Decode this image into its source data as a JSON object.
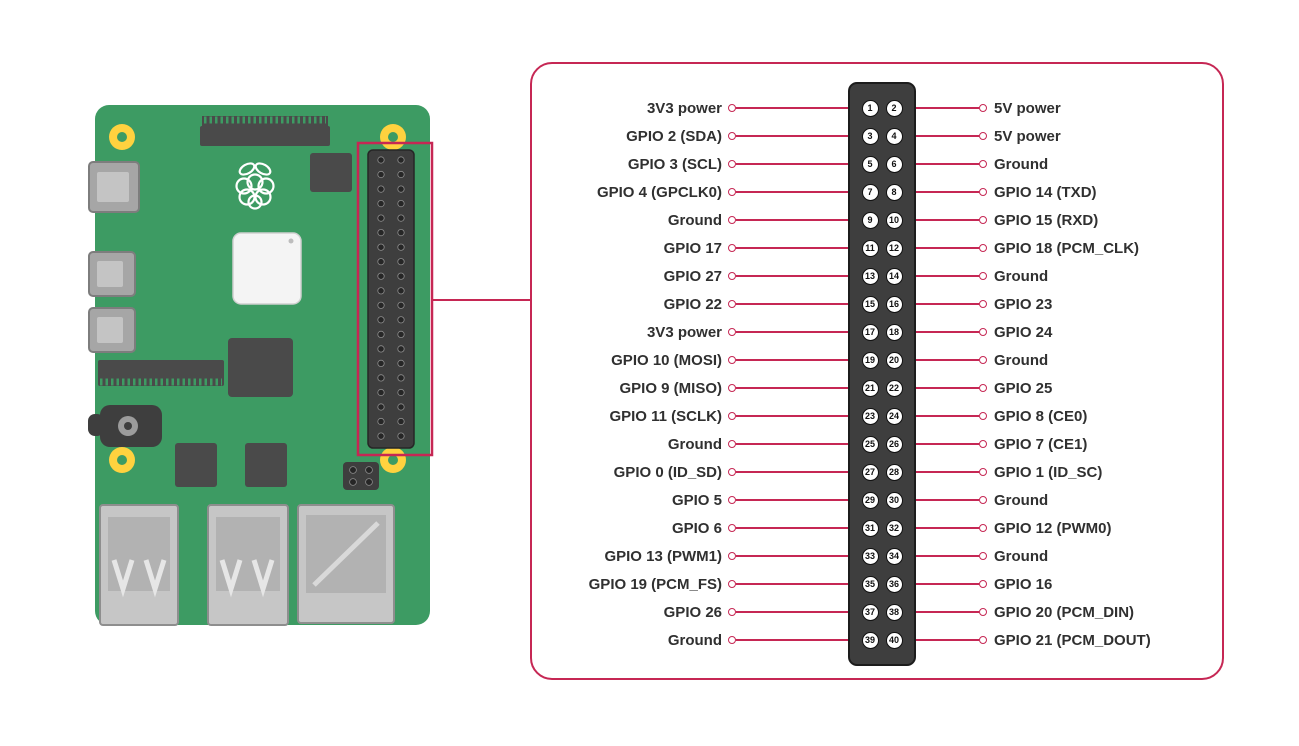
{
  "diagram_name": "Raspberry Pi GPIO pinout diagram",
  "colors": {
    "accent": "#c62754",
    "board-green": "#3d9b63",
    "component-dark": "#4a4a4a",
    "header-dark": "#3e3e3e",
    "hole-yellow": "#ffd23f",
    "label-ink": "#303030"
  },
  "pinout": {
    "rows": [
      {
        "left": {
          "pin": "1",
          "label": "3V3 power"
        },
        "right": {
          "pin": "2",
          "label": "5V power"
        }
      },
      {
        "left": {
          "pin": "3",
          "label": "GPIO 2 (SDA)"
        },
        "right": {
          "pin": "4",
          "label": "5V power"
        }
      },
      {
        "left": {
          "pin": "5",
          "label": "GPIO 3 (SCL)"
        },
        "right": {
          "pin": "6",
          "label": "Ground"
        }
      },
      {
        "left": {
          "pin": "7",
          "label": "GPIO 4 (GPCLK0)"
        },
        "right": {
          "pin": "8",
          "label": "GPIO 14 (TXD)"
        }
      },
      {
        "left": {
          "pin": "9",
          "label": "Ground"
        },
        "right": {
          "pin": "10",
          "label": "GPIO 15 (RXD)"
        }
      },
      {
        "left": {
          "pin": "11",
          "label": "GPIO 17"
        },
        "right": {
          "pin": "12",
          "label": "GPIO 18 (PCM_CLK)"
        }
      },
      {
        "left": {
          "pin": "13",
          "label": "GPIO 27"
        },
        "right": {
          "pin": "14",
          "label": "Ground"
        }
      },
      {
        "left": {
          "pin": "15",
          "label": "GPIO 22"
        },
        "right": {
          "pin": "16",
          "label": "GPIO 23"
        }
      },
      {
        "left": {
          "pin": "17",
          "label": "3V3 power"
        },
        "right": {
          "pin": "18",
          "label": "GPIO 24"
        }
      },
      {
        "left": {
          "pin": "19",
          "label": "GPIO 10 (MOSI)"
        },
        "right": {
          "pin": "20",
          "label": "Ground"
        }
      },
      {
        "left": {
          "pin": "21",
          "label": "GPIO 9 (MISO)"
        },
        "right": {
          "pin": "22",
          "label": "GPIO 25"
        }
      },
      {
        "left": {
          "pin": "23",
          "label": "GPIO 11 (SCLK)"
        },
        "right": {
          "pin": "24",
          "label": "GPIO 8 (CE0)"
        }
      },
      {
        "left": {
          "pin": "25",
          "label": "Ground"
        },
        "right": {
          "pin": "26",
          "label": "GPIO 7 (CE1)"
        }
      },
      {
        "left": {
          "pin": "27",
          "label": "GPIO 0 (ID_SD)"
        },
        "right": {
          "pin": "28",
          "label": "GPIO 1 (ID_SC)"
        }
      },
      {
        "left": {
          "pin": "29",
          "label": "GPIO 5"
        },
        "right": {
          "pin": "30",
          "label": "Ground"
        }
      },
      {
        "left": {
          "pin": "31",
          "label": "GPIO 6"
        },
        "right": {
          "pin": "32",
          "label": "GPIO 12 (PWM0)"
        }
      },
      {
        "left": {
          "pin": "33",
          "label": "GPIO 13 (PWM1)"
        },
        "right": {
          "pin": "34",
          "label": "Ground"
        }
      },
      {
        "left": {
          "pin": "35",
          "label": "GPIO 19 (PCM_FS)"
        },
        "right": {
          "pin": "36",
          "label": "GPIO 16"
        }
      },
      {
        "left": {
          "pin": "37",
          "label": "GPIO 26"
        },
        "right": {
          "pin": "38",
          "label": "GPIO 20 (PCM_DIN)"
        }
      },
      {
        "left": {
          "pin": "39",
          "label": "Ground"
        },
        "right": {
          "pin": "40",
          "label": "GPIO 21 (PCM_DOUT)"
        }
      }
    ]
  }
}
